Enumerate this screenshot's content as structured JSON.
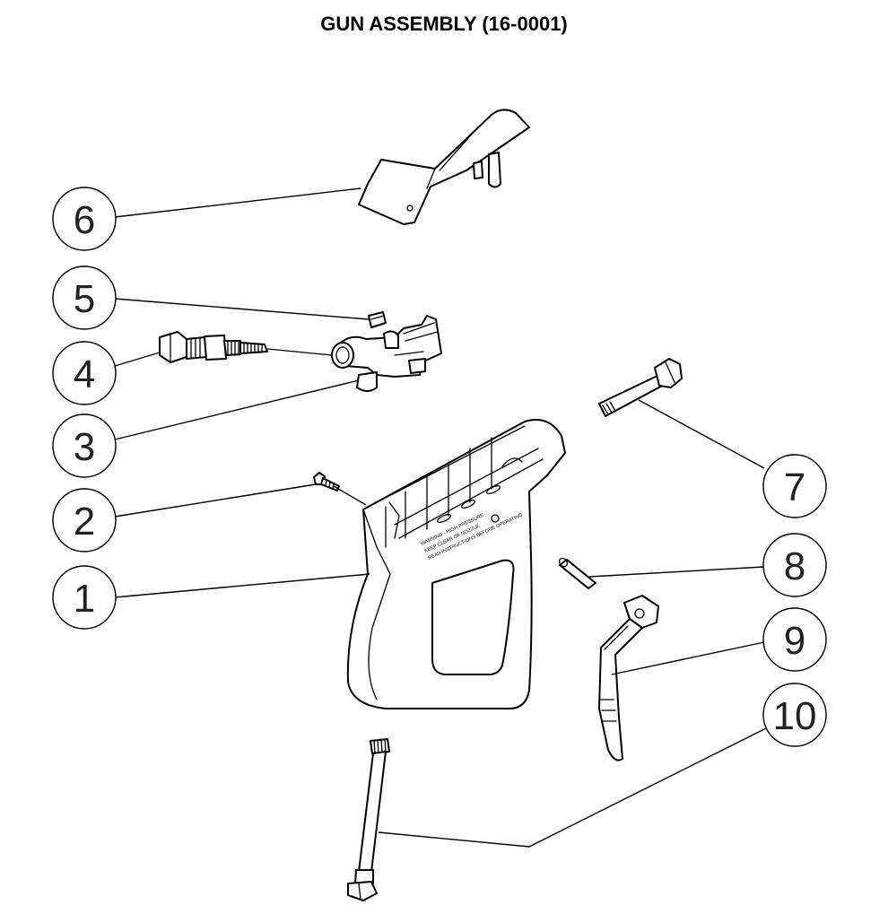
{
  "title": "GUN ASSEMBLY (16-0001)",
  "warning_label": [
    "WARNING - HIGH PRESSURE",
    "KEEP CLEAR OF NOZZLE",
    "READ INSTRUCTIONS BEFORE OPERATING"
  ],
  "callouts": [
    {
      "id": "1",
      "label": "1",
      "part": "gun-body"
    },
    {
      "id": "2",
      "label": "2",
      "part": "screw"
    },
    {
      "id": "3",
      "label": "3",
      "part": "valve-body"
    },
    {
      "id": "4",
      "label": "4",
      "part": "valve-stem"
    },
    {
      "id": "5",
      "label": "5",
      "part": "plug"
    },
    {
      "id": "6",
      "label": "6",
      "part": "trigger-guard"
    },
    {
      "id": "7",
      "label": "7",
      "part": "inlet-nipple"
    },
    {
      "id": "8",
      "label": "8",
      "part": "pin"
    },
    {
      "id": "9",
      "label": "9",
      "part": "trigger"
    },
    {
      "id": "10",
      "label": "10",
      "part": "extension-lance"
    }
  ]
}
